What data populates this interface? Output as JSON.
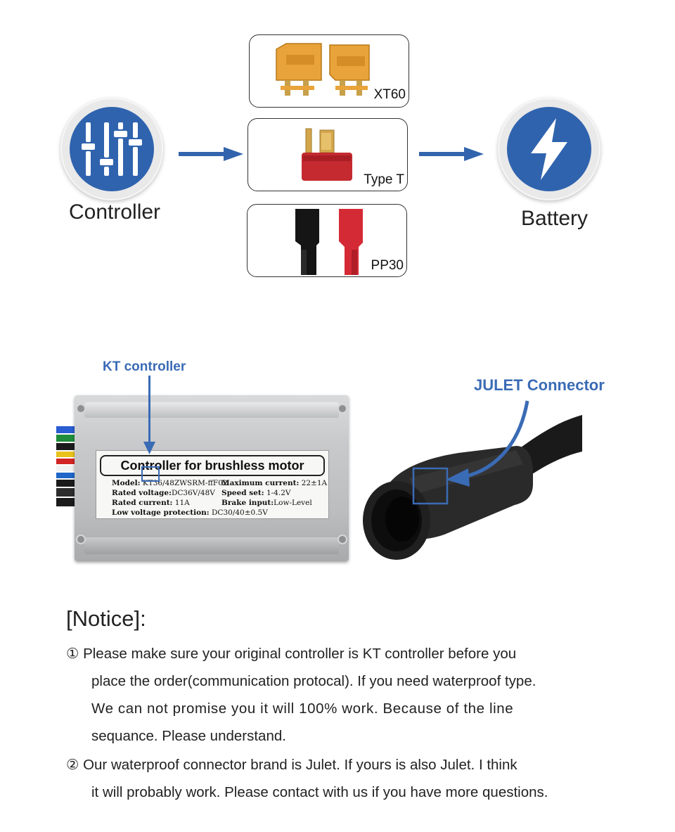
{
  "diagram": {
    "controller_label": "Controller",
    "battery_label": "Battery",
    "connectors": [
      {
        "name": "XT60"
      },
      {
        "name": "Type T"
      },
      {
        "name": "PP30"
      }
    ],
    "colors": {
      "accent_blue": "#2f63ae",
      "xt60_yellow": "#e8a33a",
      "dean_red": "#c42a2f",
      "pp_black": "#151515",
      "pp_red": "#d42a35"
    }
  },
  "photo": {
    "kt_label": "KT controller",
    "julet_label": "JULET Connector",
    "controller_plate": {
      "title": "Controller for brushless motor",
      "model_key": "Model:",
      "model_val": "KT36/48ZWSRM-ffF02",
      "max_current_key": "Maximum current:",
      "max_current_val": "22±1A",
      "rated_voltage_key": "Rated voltage:",
      "rated_voltage_val": "DC36V/48V",
      "speed_set_key": "Speed set:",
      "speed_set_val": "1-4.2V",
      "rated_current_key": "Rated current:",
      "rated_current_val": "11A",
      "brake_input_key": "Brake input:",
      "brake_input_val": "Low-Level",
      "low_voltage_key": "Low voltage protection:",
      "low_voltage_val": "DC30/40±0.5V"
    }
  },
  "notice": {
    "title": "[Notice]:",
    "lines": [
      "①  Please make sure your original controller is KT controller before you",
      "place the order(communication protocal). If you need waterproof type.",
      "We can not promise you it will 100% work. Because of the line",
      "sequance. Please understand.",
      "②  Our waterproof connector brand is Julet. If yours is also Julet. I think",
      "it will probably work. Please contact with us if  you have more questions."
    ]
  }
}
